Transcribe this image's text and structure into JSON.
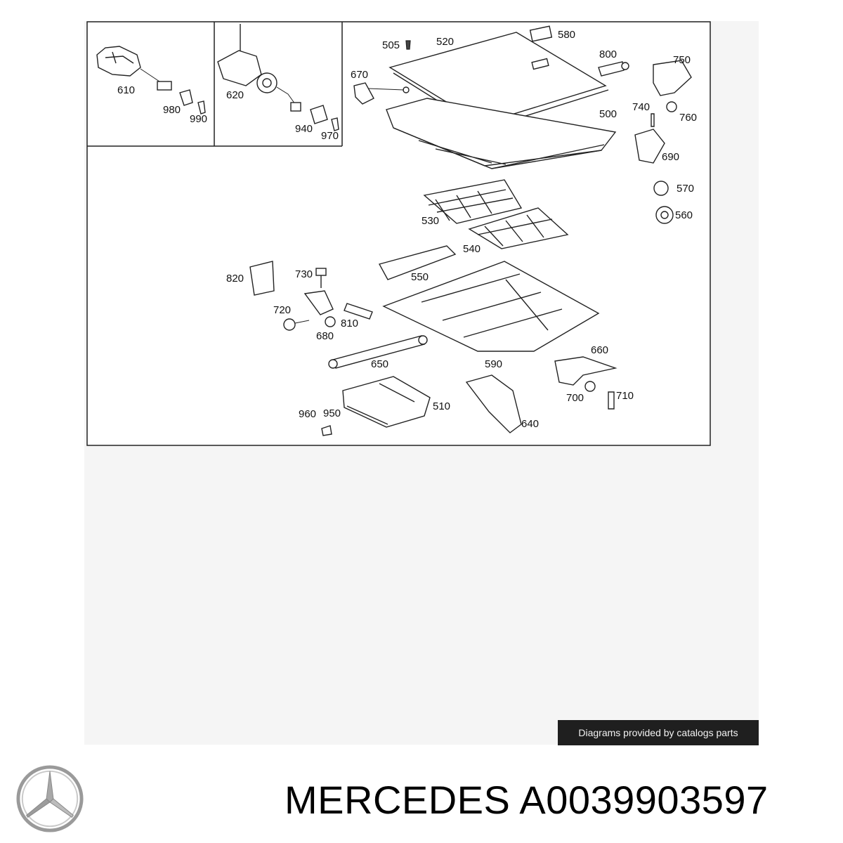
{
  "diagram": {
    "part_labels": [
      "610",
      "980",
      "990",
      "620",
      "940",
      "970",
      "505",
      "520",
      "580",
      "670",
      "800",
      "750",
      "740",
      "760",
      "500",
      "690",
      "570",
      "560",
      "530",
      "540",
      "550",
      "820",
      "730",
      "720",
      "810",
      "680",
      "650",
      "590",
      "660",
      "700",
      "710",
      "510",
      "960",
      "950",
      "640"
    ]
  },
  "credit": {
    "text": "Diagrams provided by catalogs parts"
  },
  "brand": {
    "logo_icon": "mercedes-star-logo",
    "title": "MERCEDES A0039903597"
  }
}
